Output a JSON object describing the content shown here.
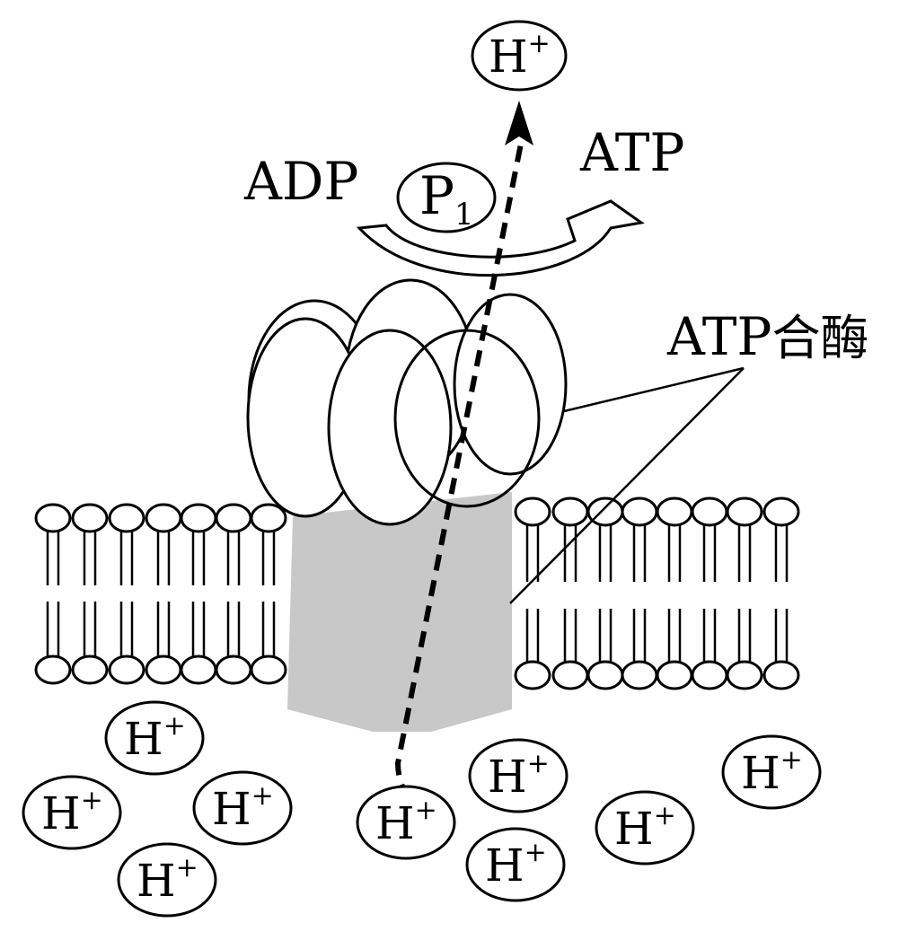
{
  "labels": {
    "adp": "ADP",
    "pi_main": "P",
    "pi_sub": "1",
    "atp": "ATP",
    "enzyme_latin": "ATP",
    "enzyme_cjk": "合酶",
    "ion_main": "H",
    "ion_sup": "+"
  },
  "colors": {
    "stalk": "#c8c8c8",
    "line": "#000000",
    "background": "#ffffff"
  }
}
